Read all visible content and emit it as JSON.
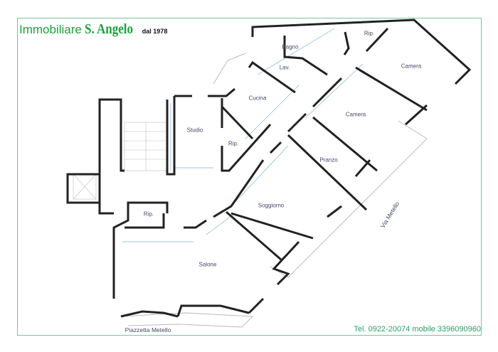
{
  "header": {
    "prefix": "Immobiliare",
    "brand": "S. Angelo",
    "since": "dal 1978"
  },
  "footer": {
    "contact": "Tel. 0922-20074 mobile 3396090960"
  },
  "rooms": {
    "bagno": "Bagno",
    "rip_top": "Rip.",
    "lav": "Lav.",
    "camera_1": "Camera",
    "cucina": "Cucina",
    "camera_2": "Camera",
    "studio": "Studio",
    "rip_mid": "Rip.",
    "pranzo": "Pranzo",
    "soggiorno": "Soggiorno",
    "rip_left": "Rip.",
    "salone": "Salone"
  },
  "streets": {
    "piazzetta": "Piazzetta Metello",
    "via": "Via Metello"
  },
  "colors": {
    "brand_green": "#1aa33a",
    "border": "#7cc3a0",
    "wall": "#222222",
    "dimension": "#7fb3d0"
  }
}
